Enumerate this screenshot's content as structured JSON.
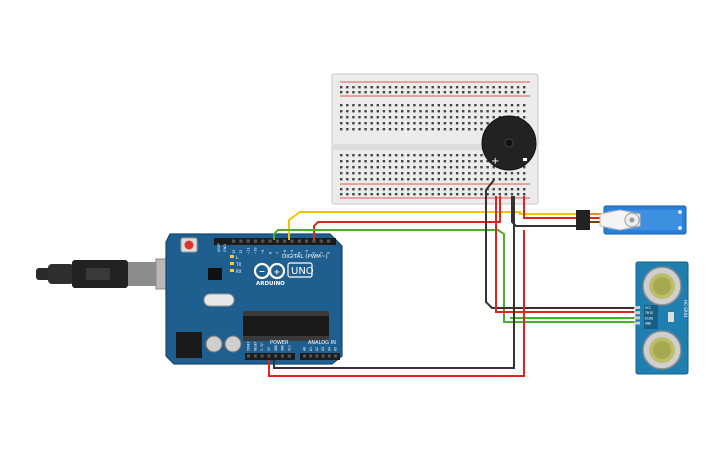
{
  "arduino": {
    "logo_text": "ARDUINO",
    "model": "UNO",
    "digital_label": "DIGITAL (PWM~)",
    "power_label": "POWER",
    "analog_label": "ANALOG IN",
    "aref_label": "AREF",
    "gnd_label": "GND",
    "tx_label": "TX",
    "rx_label": "RX",
    "l_label": "L",
    "digital_pins": [
      "13",
      "12",
      "~11",
      "~10",
      "~9",
      "8",
      "7",
      "~6",
      "~5",
      "4",
      "~3",
      "2",
      "1",
      "0"
    ],
    "power_pins": [
      "IOREF",
      "RESET",
      "3.3V",
      "5V",
      "GND",
      "GND",
      "Vin"
    ],
    "analog_pins": [
      "A0",
      "A1",
      "A2",
      "A3",
      "A4",
      "A5"
    ],
    "board_color": "#1f5f8f"
  },
  "buzzer": {
    "plus_label": "+"
  },
  "sensor": {
    "label_text": "HC-SR04",
    "pins": [
      "VCC",
      "TRIG",
      "ECHO",
      "GND"
    ]
  },
  "colors": {
    "wire_red": "#e0241e",
    "wire_black": "#333333",
    "wire_yellow": "#f5c400",
    "wire_green": "#4caf2a",
    "wire_orange": "#f08a24",
    "servo_blue": "#2a80d8",
    "sensor_blue": "#1f7fb0"
  }
}
